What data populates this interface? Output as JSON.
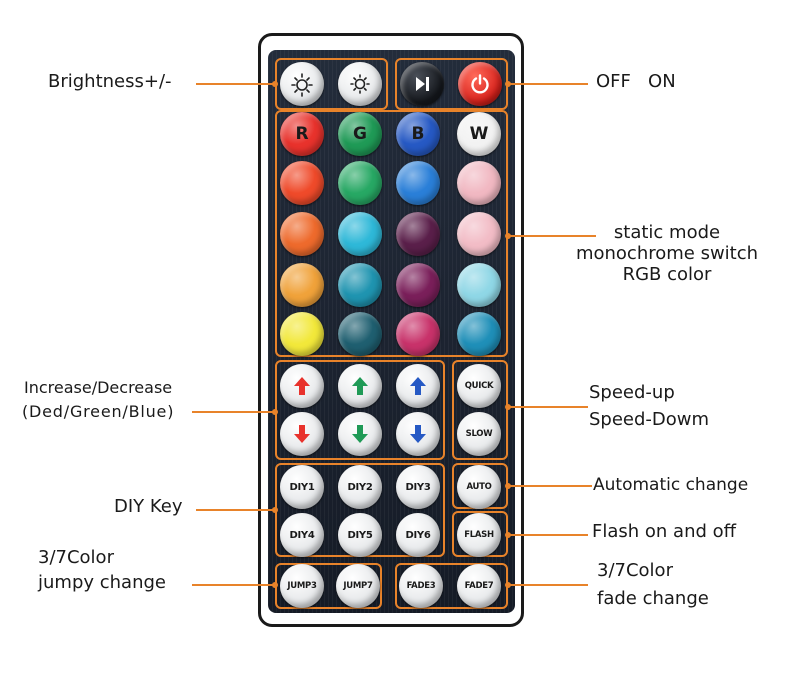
{
  "captions": {
    "brightness": "Brightness+/-",
    "off_on": "OFF   ON",
    "static_1": "static mode",
    "static_2": "monochrome switch",
    "static_3": "RGB color",
    "incdec_1": "Increase/Decrease",
    "incdec_2": "(Ded/Green/Blue)",
    "speed_1": "Speed-up",
    "speed_2": "Speed-Dowm",
    "auto": "Automatic change",
    "diy": "DIY Key",
    "flash": "Flash on and off",
    "jump_1": "3/7Color",
    "jump_2": "jumpy change",
    "fade_1": "3/7Color",
    "fade_2": "fade change"
  },
  "buttons": {
    "r": "R",
    "g": "G",
    "b": "B",
    "w": "W",
    "quick": "QUICK",
    "slow": "SLOW",
    "auto": "AUTO",
    "flash": "FLASH",
    "diy1": "DIY1",
    "diy2": "DIY2",
    "diy3": "DIY3",
    "diy4": "DIY4",
    "diy5": "DIY5",
    "diy6": "DIY6",
    "jump3": "JUMP3",
    "jump7": "JUMP7",
    "fade3": "FADE3",
    "fade7": "FADE7"
  },
  "icons": {
    "brightness_up": "sun-up-icon",
    "brightness_down": "sun-down-icon",
    "play_pause": "play-pause-icon",
    "power": "power-icon",
    "red_up": "arrow-up-icon",
    "green_up": "arrow-up-icon",
    "blue_up": "arrow-up-icon",
    "red_down": "arrow-down-icon",
    "green_down": "arrow-down-icon",
    "blue_down": "arrow-down-icon"
  },
  "colors": {
    "accent": "#e8832a",
    "color_grid": [
      [
        "#e8322c",
        "#1f9a56",
        "#2659c4",
        "#f2f2f2"
      ],
      [
        "#ef4a2a",
        "#27a864",
        "#2a7fd8",
        "#f1b8c2"
      ],
      [
        "#ee6a2c",
        "#2eb8d8",
        "#5a1f4a",
        "#f2bcc6"
      ],
      [
        "#f0a23a",
        "#1f94b0",
        "#7a1f5a",
        "#8fd7e6"
      ],
      [
        "#f2e83a",
        "#1f5f70",
        "#c8326a",
        "#1f8fb8"
      ]
    ],
    "arrows": [
      "#e8322c",
      "#1f9a56",
      "#2659c4"
    ]
  }
}
